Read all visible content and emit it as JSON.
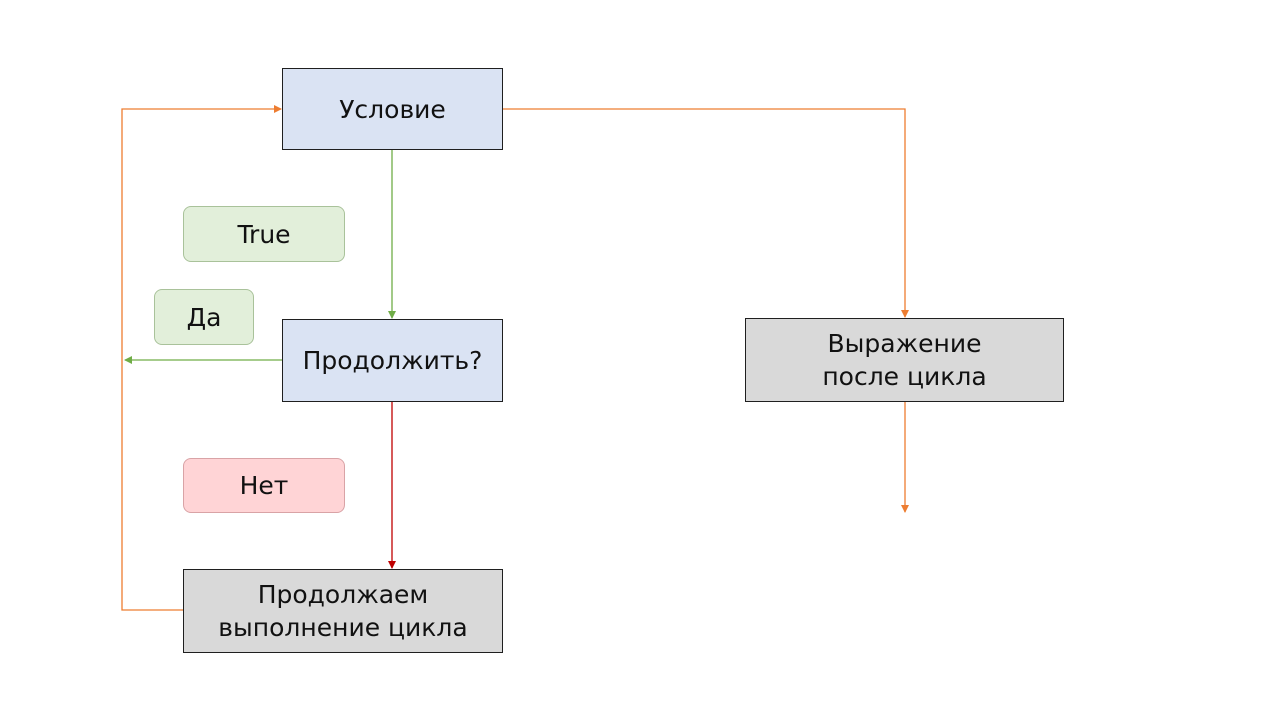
{
  "nodes": {
    "condition": {
      "label": "Условие"
    },
    "continue_check": {
      "label": "Продолжить?"
    },
    "after_loop": {
      "line1": "Выражение",
      "line2": "после цикла"
    },
    "loop_body": {
      "line1": "Продолжаем",
      "line2": "выполнение цикла"
    }
  },
  "labels": {
    "true": "True",
    "yes": "Да",
    "no": "Нет"
  },
  "colors": {
    "loop_edge": "#ed7d31",
    "yes_edge": "#70ad47",
    "no_edge": "#c00000",
    "condition_fill": "#dae3f3",
    "action_fill": "#d9d9d9",
    "true_fill": "#e2efda",
    "no_fill": "#ffd4d6"
  }
}
